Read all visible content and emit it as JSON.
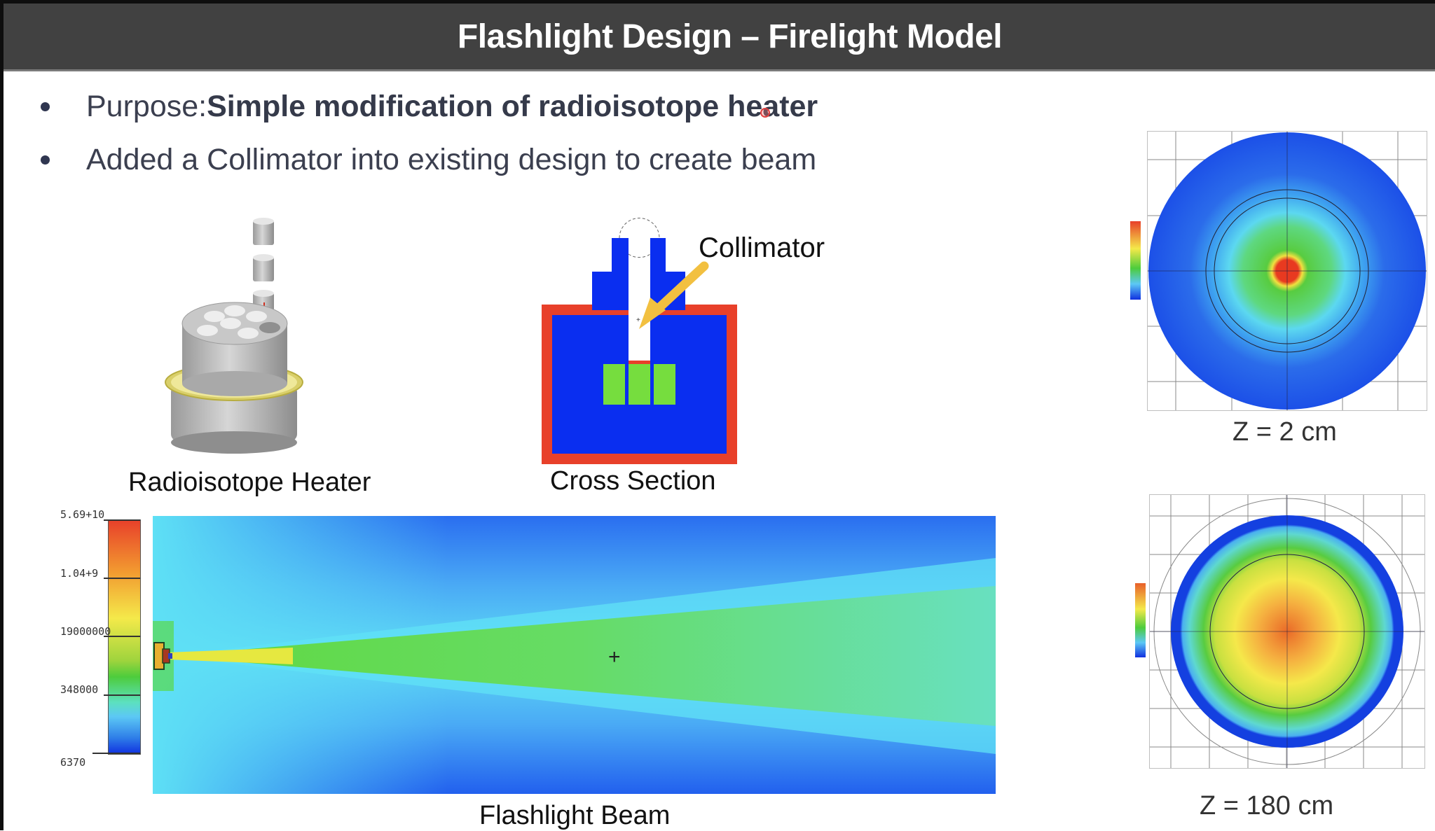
{
  "slide": {
    "title": "Flashlight Design – Firelight Model",
    "bullets": [
      {
        "prefix": "Purpose: ",
        "bold": "Simple modification of radioisotope heater"
      },
      {
        "prefix": "Added a Collimator into existing design to create beam",
        "bold": ""
      }
    ]
  },
  "figures": {
    "heater": {
      "caption": "Radioisotope Heater"
    },
    "cross_section": {
      "caption": "Cross Section",
      "callout": "Collimator"
    },
    "beam": {
      "caption": "Flashlight Beam",
      "colorbar_labels": [
        "5.69+10",
        "1.04+9",
        "19000000",
        "348000",
        "6370"
      ]
    },
    "z2": {
      "caption": "Z = 2 cm"
    },
    "z180": {
      "caption": "Z = 180 cm"
    }
  },
  "colors": {
    "title_bar": "#414141",
    "red_shell": "#e8402a",
    "blue_body": "#0a2ef0",
    "green_source": "#76dd3e",
    "arrow_yellow": "#f2c040"
  },
  "chart_data": [
    {
      "type": "heatmap",
      "title": "Flashlight Beam",
      "colorbar": {
        "max": "5.69+10",
        "ticks": [
          "5.69+10",
          "1.04+9",
          "19000000",
          "348000",
          "6370"
        ],
        "min": "6370"
      },
      "description": "Side view of beam flux: source at left, cone widening to the right"
    },
    {
      "type": "heatmap",
      "title": "Z = 2 cm",
      "description": "Radial flux map; hot red center, green/cyan rings, blue outer disk"
    },
    {
      "type": "heatmap",
      "title": "Z = 180 cm",
      "description": "Radial flux map; orange center, yellow/green rings, blue edge band"
    }
  ]
}
